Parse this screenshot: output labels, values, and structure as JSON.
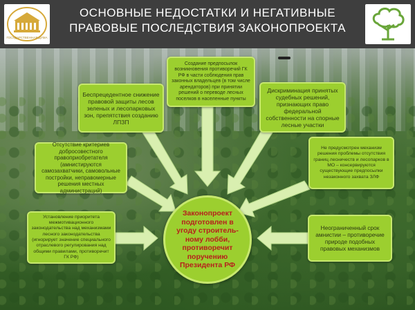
{
  "title": {
    "line1": "ОСНОВНЫЕ НЕДОСТАТКИ И НЕГАТИВНЫЕ",
    "line2": "ПРАВОВЫЕ ПОСЛЕДСТВИЯ  ЗАКОНОПРОЕКТА"
  },
  "logo_left": {
    "text": "ГОСУДАРСТВЕННАЯ ДУМА"
  },
  "center": {
    "text": "Законопроект подготовлен в угоду строитель-ному лобби, противоречит поручению Президента РФ"
  },
  "boxes": {
    "top_center": "Создание предпосылок возникновения противоречий ГК РФ в части соблюдения прав законных владельцев (в том числе арендаторов) при принятии решений о переводе лесных поселков в населенные пункты",
    "top_left": "Беспрецедентное снижение правовой защиты лесов зеленых и лесопарковых зон, препятствия созданию ЛПЗП",
    "top_right": "Дискриминация принятых судебных решений, признающих право федеральной собственности на спорные лесные участки",
    "mid_left": "Отсутствие критериев добросовестного правоприобретателя (амнистируются самозахватчики, самовольные постройки, неправомерные решения местных администраций)",
    "mid_right": "Не предусмотрен механизм решения проблемы отсутствия границ лесничеств и лесопарков в МО – консервируются существующие предпосылки незаконного захвата ЗЛФ",
    "low_left": "Установление приоритета межмотивационного законодательства над механизмами лесного законодательства (игнорирует значение специального отраслевого регулирования над общими правилами, противоречит ГК РФ)",
    "low_right": "Неограниченный срок амнистии – противоречие природе подобных правовых механизмов"
  },
  "colors": {
    "box_fill": "#9ccf2f",
    "arrow_fill": "#d9efb0",
    "center_text": "#b6201c",
    "header_bg": "#3e3e3e"
  },
  "icons": {
    "logo_left": "duma-building-emblem",
    "logo_right": "tree-icon"
  }
}
